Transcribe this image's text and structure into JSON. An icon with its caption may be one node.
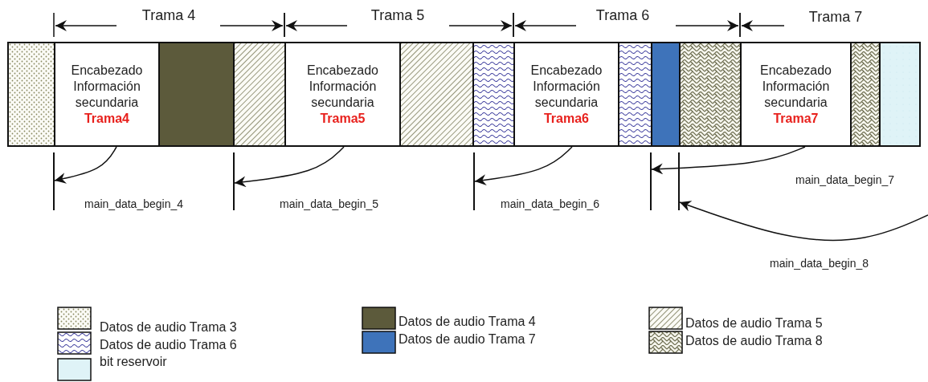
{
  "diagram": {
    "nodes": [
      {
        "text": [],
        "shape": "box"
      },
      {
        "text": [
          "Encabezado Información secundaria",
          "Trama4"
        ]
      },
      {
        "text": [],
        "shape": "box"
      },
      {
        "text": [],
        "shape": "box"
      },
      {
        "text": [
          "Encabezado Información secundaria",
          "Trama5"
        ]
      },
      {
        "text": [],
        "shape": "box"
      },
      {
        "text": [],
        "shape": "box"
      },
      {
        "text": [
          "Encabezado Información secundaria",
          "Trama6"
        ]
      },
      {
        "text": [],
        "shape": "box"
      },
      {
        "text": [],
        "shape": "box"
      },
      {
        "text": [],
        "shape": "box"
      },
      {
        "text": [
          "Encabezado Información secundaria",
          "Trama7"
        ]
      },
      {
        "text": [],
        "shape": "box"
      },
      {
        "text": [],
        "shape": "box"
      },
      {
        "text": [],
        "shape": "bar"
      },
      {
        "text": [],
        "shape": "bar"
      },
      {
        "text": [],
        "shape": "bar"
      },
      {
        "text": [],
        "shape": "bar"
      },
      {
        "text": [],
        "shape": "bar"
      }
    ],
    "edges": [
      {
        "from": 1,
        "to": 14,
        "arrow": "to",
        "label": "main_data_begin_4"
      },
      {
        "from": 4,
        "to": 15,
        "arrow": "to",
        "label": "main_data_begin_5"
      },
      {
        "from": 7,
        "to": 16,
        "arrow": "to",
        "label": "main_data_begin_6"
      },
      {
        "from": 11,
        "to": 17,
        "arrow": "to",
        "label": "main_data_begin_7"
      },
      {
        "from": null,
        "to": 18,
        "arrow": "to",
        "label": "main_data_begin_8"
      }
    ],
    "labels": [
      "Trama 4",
      "Trama 5",
      "Trama 6",
      "Trama 7"
    ],
    "legend": [
      {
        "text": "Datos de audio Trama 3"
      },
      {
        "text": "Datos de audio Trama 6"
      },
      {
        "text": "bit reservoir",
        "color": "#dff3f7"
      },
      {
        "text": "Datos de audio Trama 4",
        "color": "#5c5a3b"
      },
      {
        "text": "Datos de audio Trama 7",
        "color": "#3e73ba"
      },
      {
        "text": "Datos de audio Trama 5"
      },
      {
        "text": "Datos de audio Trama 8"
      }
    ]
  }
}
